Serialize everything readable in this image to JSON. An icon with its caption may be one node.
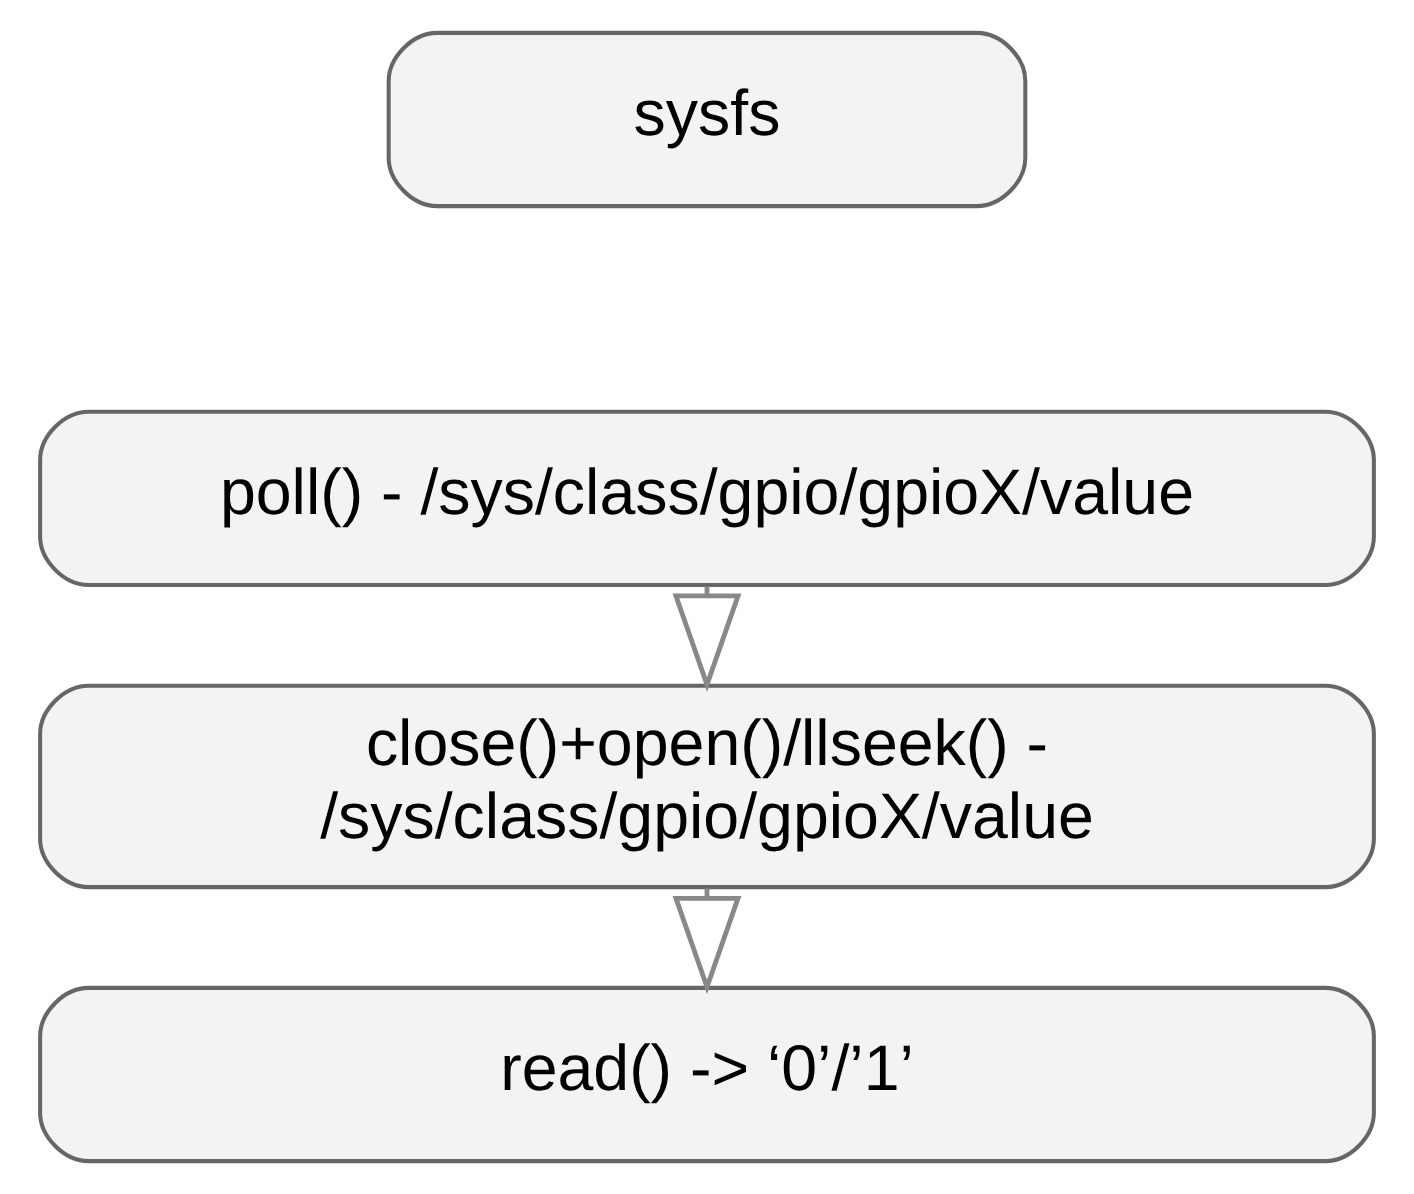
{
  "diagram": {
    "nodes": [
      {
        "text": [
          "sysfs"
        ]
      },
      {
        "text": [
          "poll() - /sys/class/gpio/gpioX/value"
        ]
      },
      {
        "text": [
          "close()+open()/llseek() - /sys/class/gpio/gpioX/value"
        ]
      },
      {
        "text": [
          "read() -> ‘0’/’1’"
        ]
      }
    ],
    "edges": [
      {
        "from": 1,
        "to": 2,
        "arrow": "to"
      },
      {
        "from": 2,
        "to": 3,
        "arrow": "to"
      }
    ]
  }
}
